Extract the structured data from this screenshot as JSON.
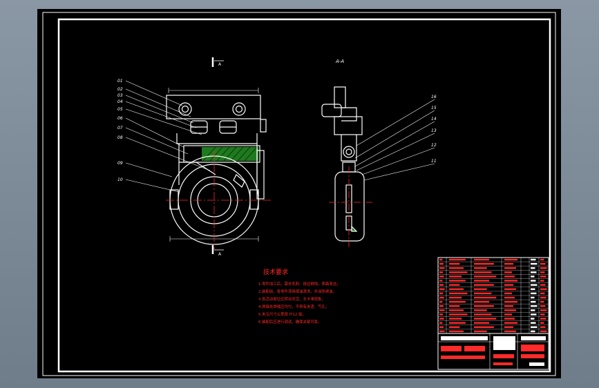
{
  "sheet": {
    "section_view_label": "A-A",
    "section_marker_top": "A",
    "section_marker_bottom": "A",
    "notes_title": "技术要求",
    "notes": [
      "1.零件加工后，需去毛刺、锐边倒钝，表面清洁；",
      "2.装配前，各零件须用煤油清洗，并涂防锈油；",
      "3.各活动部位应转动灵活，无卡滞现象；",
      "4.焊接处焊缝应均匀，不得有夹渣、气孔；",
      "5.未注尺寸公差按 IT12 级；",
      "6.装配后应进行调试，确保夹紧可靠。"
    ],
    "left_callouts": [
      "01",
      "02",
      "03",
      "04",
      "05",
      "06",
      "07",
      "08",
      "09",
      "10"
    ],
    "right_callouts": [
      "16",
      "15",
      "14",
      "13",
      "12",
      "11"
    ],
    "colors": {
      "background": "#000000",
      "geometry": "#ffffff",
      "callouts": "#ff2a2a",
      "hatch": "#1e7a1e",
      "frame": "#ffffff"
    }
  }
}
